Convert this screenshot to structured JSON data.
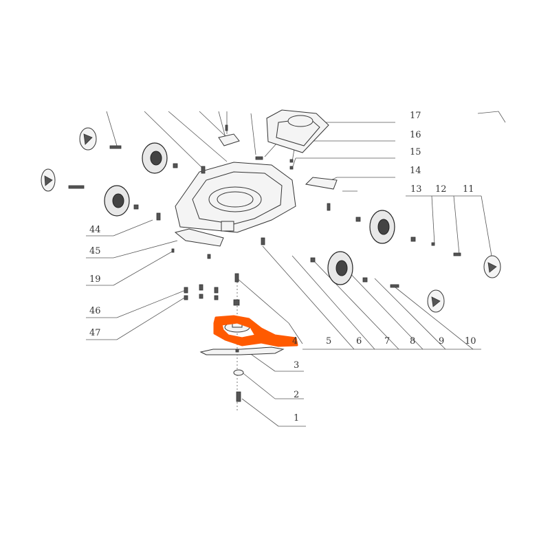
{
  "callouts": [
    {
      "id": "17",
      "text": "17"
    },
    {
      "id": "16",
      "text": "16"
    },
    {
      "id": "15",
      "text": "15"
    },
    {
      "id": "14",
      "text": "14"
    },
    {
      "id": "13",
      "text": "13"
    },
    {
      "id": "12",
      "text": "12"
    },
    {
      "id": "11",
      "text": "11"
    },
    {
      "id": "44",
      "text": "44"
    },
    {
      "id": "45",
      "text": "45"
    },
    {
      "id": "19",
      "text": "19"
    },
    {
      "id": "46",
      "text": "46"
    },
    {
      "id": "47",
      "text": "47"
    },
    {
      "id": "4",
      "text": "4"
    },
    {
      "id": "5",
      "text": "5"
    },
    {
      "id": "6",
      "text": "6"
    },
    {
      "id": "7",
      "text": "7"
    },
    {
      "id": "8",
      "text": "8"
    },
    {
      "id": "9",
      "text": "9"
    },
    {
      "id": "10",
      "text": "10"
    },
    {
      "id": "3",
      "text": "3"
    },
    {
      "id": "2",
      "text": "2"
    },
    {
      "id": "1",
      "text": "1"
    }
  ],
  "colors": {
    "highlight": "#ff5a00",
    "line": "#555555",
    "text": "#333333"
  },
  "highlighted_part": "4"
}
